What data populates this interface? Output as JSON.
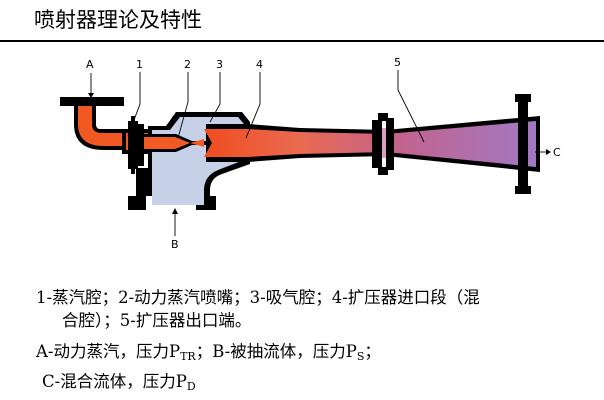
{
  "title": "喷射器理论及特性",
  "labels": {
    "A": "A",
    "B": "B",
    "C": "C",
    "n1": "1",
    "n2": "2",
    "n3": "3",
    "n4": "4",
    "n5": "5"
  },
  "caption": {
    "line1": "1-蒸汽腔；2-动力蒸汽喷嘴；3-吸气腔；4-扩压器进口段（混",
    "line2": "合腔）；5-扩压器出口端。",
    "line3_pre": "A-动力蒸汽，压力P",
    "line3_sub1": "TR",
    "line3_mid": "；B-被抽流体，压力P",
    "line3_sub2": "S",
    "line3_end": "；",
    "line4_pre": "C-混合流体，压力P",
    "line4_sub": "D"
  },
  "colors": {
    "steam": "#ee5a1f",
    "suction": "#c4cfe6",
    "mix_end": "#9f77c0",
    "body": "#000000"
  }
}
